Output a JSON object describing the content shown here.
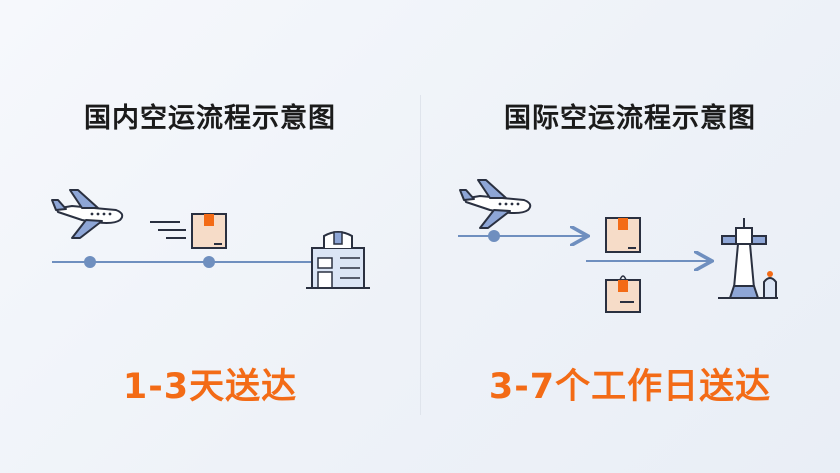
{
  "domestic": {
    "title": "国内空运流程示意图",
    "result": "1-3天送达"
  },
  "international": {
    "title": "国际空运流程示意图",
    "result": "3-7个工作日送达"
  },
  "colors": {
    "line": "#6f8fbf",
    "accent": "#f36b16",
    "box": "#f6dcc8",
    "plane": "#8ea6d6",
    "ink": "#2a3040"
  }
}
